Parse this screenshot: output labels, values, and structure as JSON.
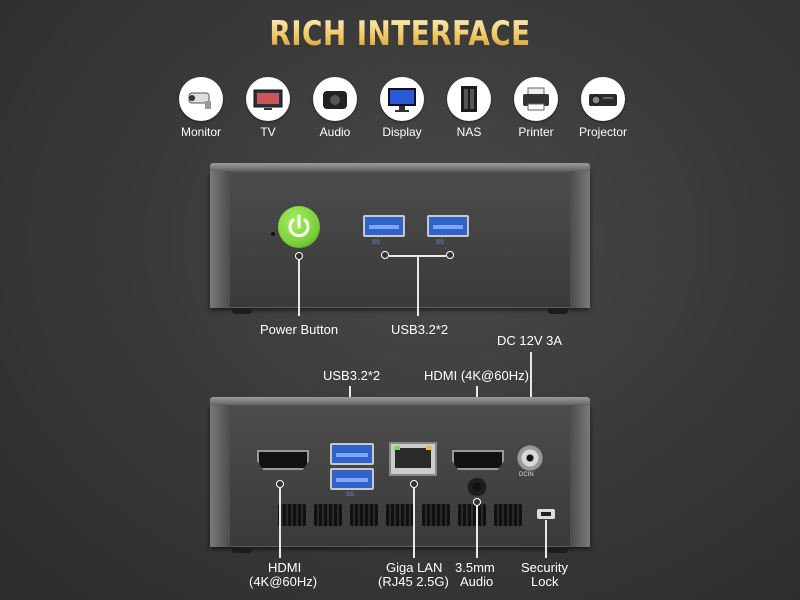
{
  "title": "RICH INTERFACE",
  "devices": [
    {
      "label": "Monitor",
      "icon": "security-camera-icon"
    },
    {
      "label": "TV",
      "icon": "tv-icon"
    },
    {
      "label": "Audio",
      "icon": "speaker-icon"
    },
    {
      "label": "Display",
      "icon": "display-icon"
    },
    {
      "label": "NAS",
      "icon": "nas-icon"
    },
    {
      "label": "Printer",
      "icon": "printer-icon"
    },
    {
      "label": "Projector",
      "icon": "projector-icon"
    }
  ],
  "front_labels": {
    "power_button": "Power Button",
    "usb": "USB3.2*2"
  },
  "back_labels": {
    "dc": "DC 12V 3A",
    "usb_top": "USB3.2*2",
    "hdmi_top": "HDMI (4K@60Hz)",
    "hdmi_bottom_line1": "HDMI",
    "hdmi_bottom_line2": "(4K@60Hz)",
    "lan_line1": "Giga LAN",
    "lan_line2": "(RJ45 2.5G)",
    "audio_line1": "3.5mm",
    "audio_line2": "Audio",
    "lock_line1": "Security",
    "lock_line2": "Lock"
  },
  "port_marks": {
    "usb_logo": "SS",
    "dc_in": "DCIN"
  },
  "colors": {
    "power_green": "#7cd13a",
    "usb_blue": "#2f63c9",
    "title_gold": "#f0c760"
  }
}
